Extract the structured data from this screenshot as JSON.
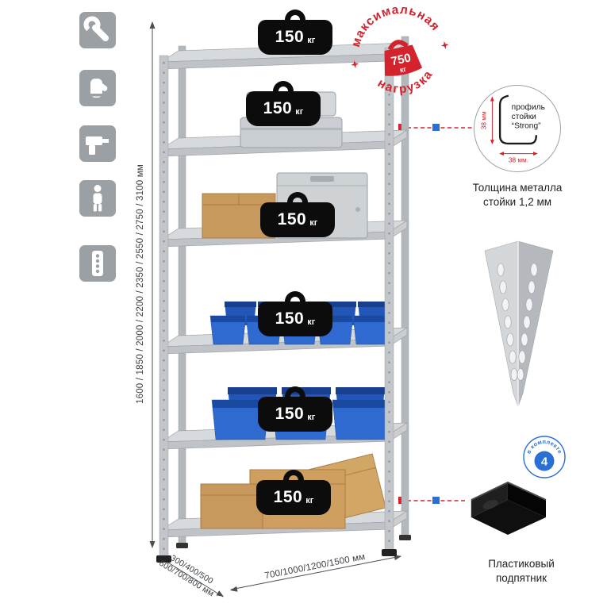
{
  "sidebar": {
    "icons": [
      {
        "id": "wrench"
      },
      {
        "id": "gloves"
      },
      {
        "id": "drill"
      },
      {
        "id": "person"
      },
      {
        "id": "perforated-post"
      }
    ]
  },
  "rack": {
    "badges": [
      {
        "value": "150",
        "unit": "кг"
      },
      {
        "value": "150",
        "unit": "кг"
      },
      {
        "value": "150",
        "unit": "кг"
      },
      {
        "value": "150",
        "unit": "кг"
      },
      {
        "value": "150",
        "unit": "кг"
      },
      {
        "value": "150",
        "unit": "кг"
      }
    ]
  },
  "stamp": {
    "arc_top": "максимальная",
    "arc_bottom": "нагрузка",
    "value": "750",
    "unit": "кг"
  },
  "dimensions": {
    "height": "1600 / 1850 / 2000 / 2200 / 2350 / 2550 / 2750 / 3100 мм",
    "depth_line1": "300/400/500",
    "depth_line2": "600/700/800 мм",
    "width": "700/1000/1200/1500 мм"
  },
  "profile_callout": {
    "label_line1": "профиль",
    "label_line2": "стойки",
    "label_line3": "“Strong”",
    "dim_vertical": "38 мм",
    "dim_horizontal": "38 мм.",
    "caption_line1": "Толщина металла",
    "caption_line2": "стойки 1,2 мм"
  },
  "foot_callout": {
    "badge_value": "4",
    "badge_arc": "в комплекте",
    "caption_line1": "Пластиковый",
    "caption_line2": "подпятник"
  },
  "colors": {
    "accent_red": "#d4232c",
    "accent_blue": "#2a6fd4",
    "metal_light": "#d6d9db",
    "metal_mid": "#c2c6c9",
    "icon_tile": "#9ba0a5",
    "bin_blue": "#2e6ad0",
    "box_tan": "#c8995c"
  }
}
